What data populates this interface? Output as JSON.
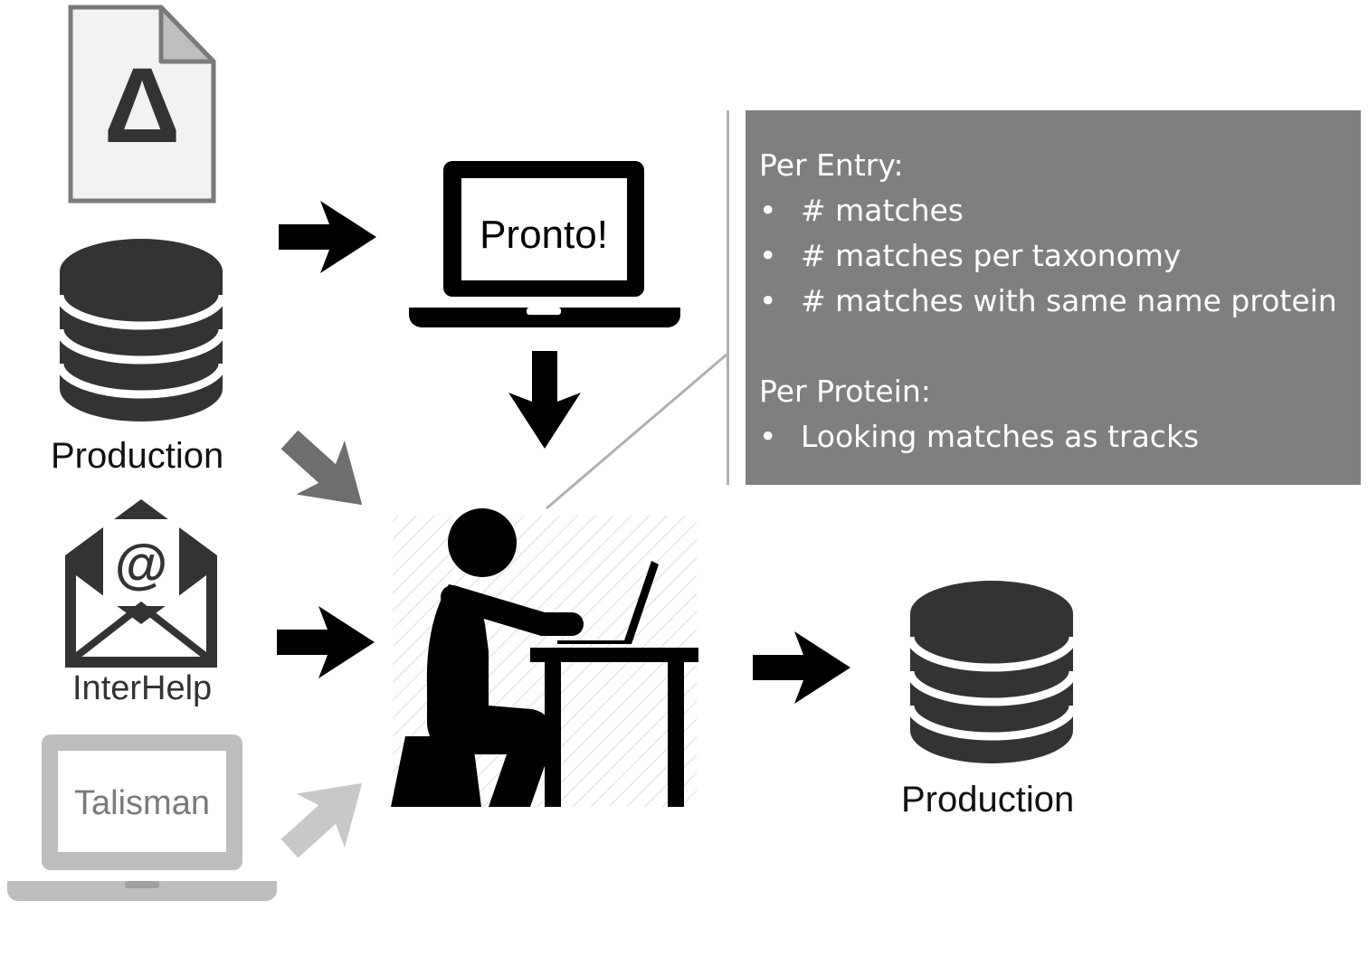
{
  "diagram": {
    "delta_symbol": "Δ",
    "pronto_label": "Pronto!",
    "talisman_label": "Talisman",
    "email_symbol": "@",
    "production_left_label": "Production",
    "interhelp_label": "InterHelp",
    "production_right_label": "Production",
    "info": {
      "per_entry_heading": "Per Entry:",
      "per_entry_items": [
        "# matches",
        "# matches per taxonomy",
        "# matches with same name protein"
      ],
      "per_protein_heading": "Per Protein:",
      "per_protein_items": [
        "Looking matches as tracks"
      ]
    },
    "icons": {
      "document": "delta-document-icon",
      "database": "database-icon",
      "email": "email-envelope-icon",
      "laptop": "laptop-icon",
      "person": "person-at-desk-icon"
    },
    "colors": {
      "dark": "#333333",
      "black": "#000000",
      "box_gray": "#7f7f7f",
      "arrow_mid": "#6e6e6e",
      "arrow_light": "#c8c8c8",
      "talisman_gray": "#bdbdbd"
    }
  }
}
